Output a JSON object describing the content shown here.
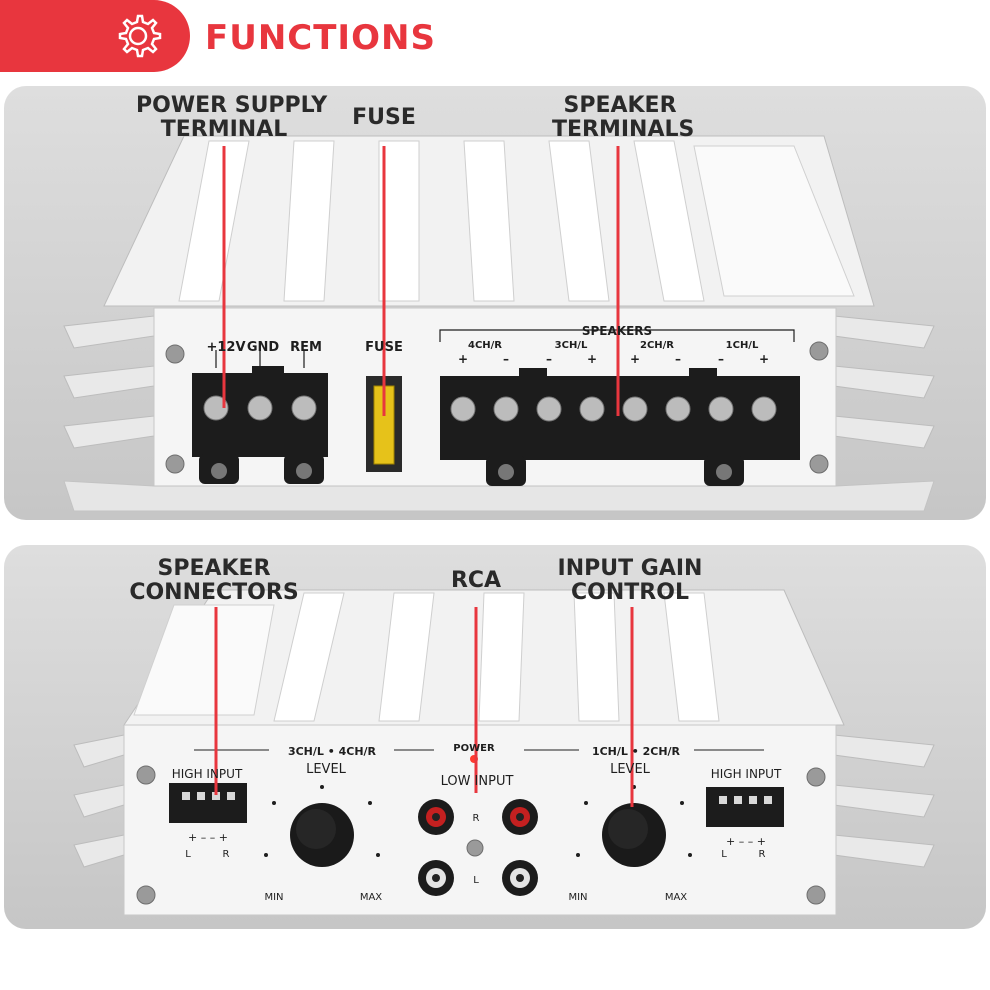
{
  "header": {
    "title": "FUNCTIONS",
    "icon": "gear-icon",
    "accent_color": "#e8363e"
  },
  "top_panel": {
    "callouts": [
      {
        "lines": [
          "POWER SUPPLY",
          "TERMINAL"
        ]
      },
      {
        "lines": [
          "FUSE"
        ]
      },
      {
        "lines": [
          "SPEAKER",
          "TERMINALS"
        ]
      }
    ],
    "terminal_labels": [
      "+12V",
      "GND",
      "REM"
    ],
    "fuse_label": "FUSE",
    "speakers_label": "SPEAKERS",
    "channels": [
      "4CH/R",
      "3CH/L",
      "2CH/R",
      "1CH/L"
    ],
    "polarity": [
      "+",
      "–",
      "–",
      "+",
      "+",
      "–",
      "–",
      "+"
    ]
  },
  "bottom_panel": {
    "callouts": [
      {
        "lines": [
          "SPEAKER",
          "CONNECTORS"
        ]
      },
      {
        "lines": [
          "RCA"
        ]
      },
      {
        "lines": [
          "INPUT GAIN",
          "CONTROL"
        ]
      }
    ],
    "power_label": "POWER",
    "left_group": "3CH/L • 4CH/R",
    "right_group": "1CH/L • 2CH/R",
    "level": "LEVEL",
    "high_input": "HIGH INPUT",
    "low_input": "LOW INPUT",
    "min": "MIN",
    "max": "MAX",
    "rca_r": "R",
    "rca_l": "L",
    "conn_pol": "+ –  – +",
    "conn_l": "L",
    "conn_r": "R"
  }
}
